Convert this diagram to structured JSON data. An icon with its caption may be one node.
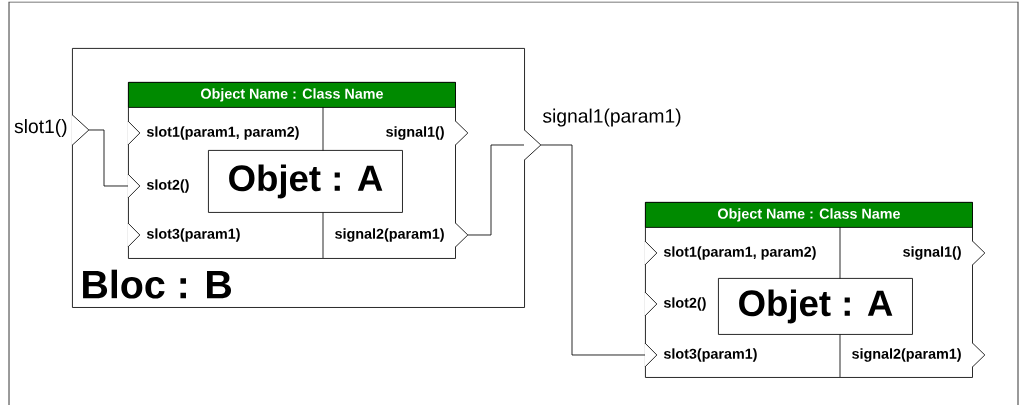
{
  "diagram": {
    "nodes": [
      {
        "text": [
          "Bloc : B"
        ]
      },
      {
        "text": [
          "slot1()"
        ]
      },
      {
        "text": [
          "Object Name : Class Name"
        ],
        "in": 0
      },
      {
        "text": [
          "slot1(param1, param2)"
        ],
        "in": 2
      },
      {
        "text": [
          "slot2()"
        ],
        "in": 2
      },
      {
        "text": [
          "slot3(param1)"
        ],
        "in": 2
      },
      {
        "text": [
          "signal1()"
        ],
        "in": 2
      },
      {
        "text": [
          "signal2(param1)"
        ],
        "in": 2
      },
      {
        "text": [
          "Objet : A"
        ],
        "in": 2
      },
      {
        "text": [
          "signal1(param1)"
        ]
      },
      {
        "text": [
          "Object Name : Class Name"
        ]
      },
      {
        "text": [
          "slot1(param1, param2)"
        ],
        "in": 10
      },
      {
        "text": [
          "slot2()"
        ],
        "in": 10
      },
      {
        "text": [
          "slot3(param1)"
        ],
        "in": 10
      },
      {
        "text": [
          "signal1()"
        ],
        "in": 10
      },
      {
        "text": [
          "signal2(param1)"
        ],
        "in": 10
      },
      {
        "text": [
          "Objet : A"
        ],
        "in": 10
      }
    ],
    "edges": [
      {
        "from": 1,
        "to": 4,
        "arrow": "none"
      },
      {
        "from": 7,
        "to": 9,
        "arrow": "none"
      },
      {
        "from": 9,
        "to": 13,
        "arrow": "none"
      }
    ]
  }
}
